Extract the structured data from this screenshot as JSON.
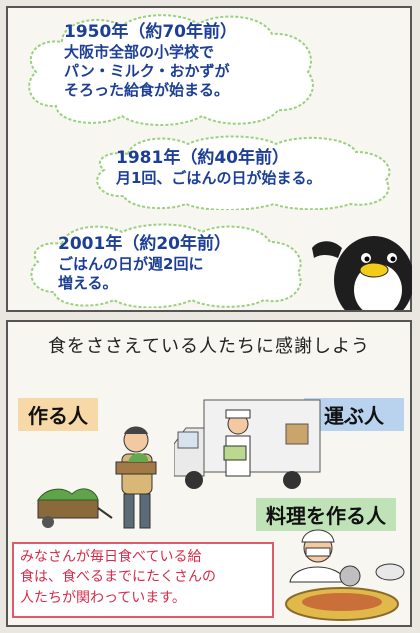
{
  "timeline": [
    {
      "year_line": "1950年（約70年前）",
      "lines": [
        "大阪市全部の小学校で",
        "パン・ミルク・おかずが",
        "そろった給食が始まる。"
      ]
    },
    {
      "year_line": "1981年（約40年前）",
      "lines": [
        "月1回、ごはんの日が始まる。"
      ]
    },
    {
      "year_line": "2001年（約20年前）",
      "lines": [
        "ごはんの日が週2回に",
        "増える。"
      ]
    }
  ],
  "bottom": {
    "heading": "食をささえている人たちに感謝しよう",
    "labels": {
      "make": "作る人",
      "carry": "運ぶ人",
      "cook": "料理を作る人"
    },
    "note_lines": [
      "みなさんが毎日食べている給",
      "食は、食べるまでにたくさんの",
      "人たちが関わっています。"
    ]
  },
  "colors": {
    "cloud_text": "#1c3f95",
    "note_text": "#d62b4a",
    "note_border": "#e05a6a"
  }
}
